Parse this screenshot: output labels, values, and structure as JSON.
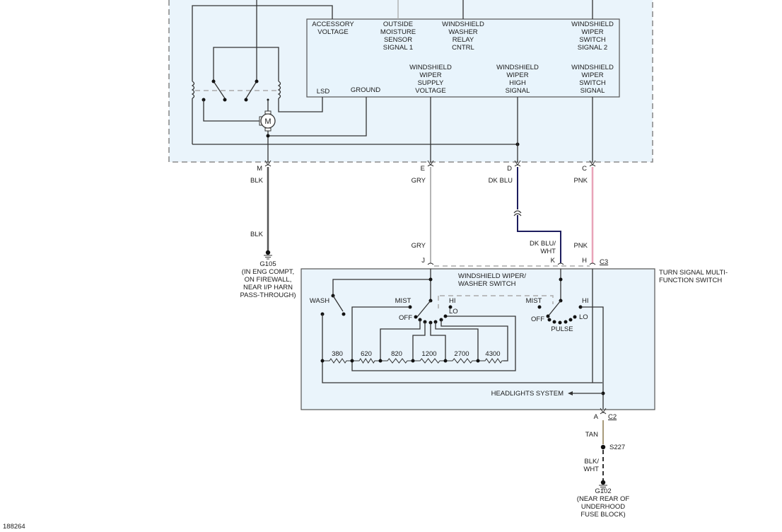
{
  "diagram_id": "188264",
  "colors": {
    "component_fill": "#eaf4fb",
    "wire_blk": "#555555",
    "wire_gry": "#b5b5b5",
    "wire_dk_blu": "#1d1d5e",
    "wire_dk_blu_wht": "#1d1d5e",
    "wire_pnk": "#e8a3b8",
    "wire_tan": "#a89a7a",
    "wire_blk_wht": "#333333"
  },
  "wiper_module": {
    "pins_top": [
      {
        "label": "ACCESSORY\nVOLTAGE"
      },
      {
        "label": "OUTSIDE\nMOISTURE\nSENSOR\nSIGNAL 1"
      },
      {
        "label": "WINDSHIELD\nWASHER\nRELAY\nCNTRL"
      },
      {
        "label": "WINDSHIELD\nWIPER\nSWITCH\nSIGNAL 2"
      }
    ],
    "pins_bottom": [
      {
        "label": "LSD"
      },
      {
        "label": "GROUND"
      },
      {
        "label": "WINDSHIELD\nWIPER\nSUPPLY\nVOLTAGE"
      },
      {
        "label": "WINDSHIELD\nWIPER\nHIGH\nSIGNAL"
      },
      {
        "label": "WINDSHIELD\nWIPER\nSWITCH\nSIGNAL"
      }
    ],
    "motor_label": "M"
  },
  "connectors_top": [
    {
      "pin": "M",
      "wire": "BLK"
    },
    {
      "pin": "E",
      "wire": "GRY"
    },
    {
      "pin": "D",
      "wire": "DK BLU"
    },
    {
      "pin": "C",
      "wire": "PNK"
    }
  ],
  "ground_g105": {
    "wire": "BLK",
    "id": "G105",
    "location": "(IN ENG COMPT,\nON FIREWALL,\nNEAR I/P HARN\nPASS-THROUGH)"
  },
  "connectors_c3": {
    "name": "C3",
    "pins": [
      {
        "pin": "J",
        "wire": "GRY"
      },
      {
        "pin": "K",
        "wire": "DK BLU/\nWHT"
      },
      {
        "pin": "H",
        "wire": "PNK"
      }
    ]
  },
  "multifunction_switch": {
    "title": "TURN SIGNAL MULTI-\nFUNCTION SWITCH",
    "sub_title": "WINDSHIELD WIPER/\nWASHER SWITCH",
    "wash_label": "WASH",
    "left_switch": {
      "mist": "MIST",
      "off": "OFF",
      "hi": "HI",
      "lo": "LO"
    },
    "right_switch": {
      "mist": "MIST",
      "off": "OFF",
      "hi": "HI",
      "lo": "LO",
      "pulse": "PULSE"
    },
    "resistors": [
      "380",
      "620",
      "820",
      "1200",
      "2700",
      "4300"
    ],
    "headlights_label": "HEADLIGHTS SYSTEM"
  },
  "connector_c2": {
    "name": "C2",
    "pin": "A",
    "wire": "TAN"
  },
  "splice": {
    "id": "S227",
    "wire": "BLK/\nWHT"
  },
  "ground_g102": {
    "id": "G102",
    "location": "(NEAR REAR OF\nUNDERHOOD\nFUSE BLOCK)"
  }
}
